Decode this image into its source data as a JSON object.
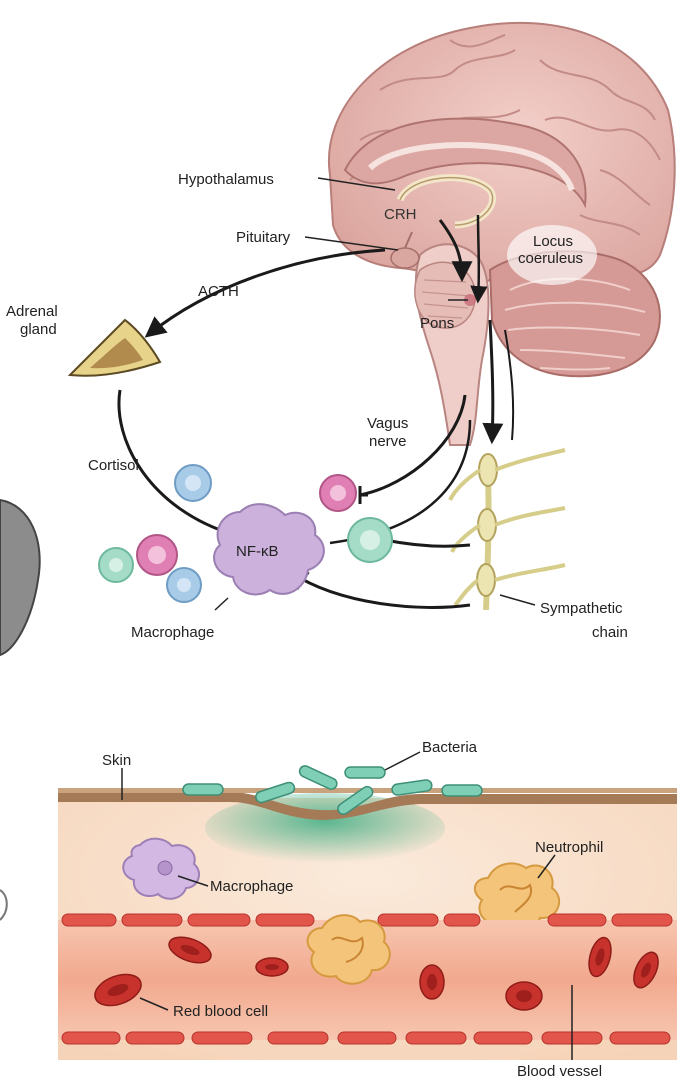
{
  "labels": {
    "hypothalamus": "Hypothalamus",
    "crh": "CRH",
    "pituitary": "Pituitary",
    "locus_line1": "Locus",
    "locus_line2": "coeruleus",
    "acth": "ACTH",
    "adrenal_line1": "Adrenal",
    "adrenal_line2": "gland",
    "pons": "Pons",
    "vagus_line1": "Vagus",
    "vagus_line2": "nerve",
    "cortisol": "Cortisol",
    "nfkb": "NF-κB",
    "macrophage_top": "Macrophage",
    "sympathetic_line1": "Sympathetic",
    "sympathetic_line2": "chain",
    "skin": "Skin",
    "bacteria": "Bacteria",
    "neutrophil": "Neutrophil",
    "macrophage_bottom": "Macrophage",
    "red_blood_cell": "Red blood cell",
    "blood_vessel": "Blood vessel"
  },
  "colors": {
    "brain": "#e9b9b4",
    "brain_dark": "#c98e8a",
    "cerebellum": "#d79b97",
    "brainstem": "#efcfcc",
    "adrenal": "#e4cf83",
    "cell_blue": "#a9cbe9",
    "cell_pink": "#e07fb3",
    "cell_green": "#9fd9c4",
    "macrophage": "#cbb1dc",
    "nerve": "#ece7b8",
    "skin": "#a47a57",
    "tissue": "#f7dcc4",
    "bacteria": "#7fcfb7",
    "neutrophil": "#f3c47a",
    "rbc": "#c8322d",
    "vessel_wall": "#e2554b"
  }
}
